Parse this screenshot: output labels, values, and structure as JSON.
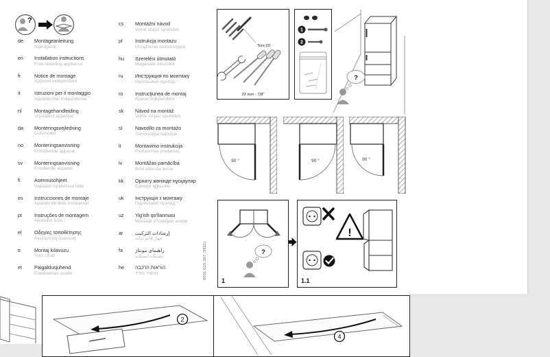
{
  "glyphs": {
    "question": "?",
    "exclamation": "!"
  },
  "languages": {
    "col1": [
      {
        "code": "de",
        "title": "Montageanleitung",
        "subtitle": "Standgerät"
      },
      {
        "code": "en",
        "title": "Installation instructions",
        "subtitle": "Free-standing appliance"
      },
      {
        "code": "fr",
        "title": "Notice de montage",
        "subtitle": "Appareil indépendant"
      },
      {
        "code": "it",
        "title": "Istruzioni per il montaggio",
        "subtitle": "Apparecchio indipendente"
      },
      {
        "code": "nl",
        "title": "Montagehandleiding",
        "subtitle": "Vrijstaand apparaat"
      },
      {
        "code": "da",
        "title": "Monteringsvejledning",
        "subtitle": "Gulvmodel"
      },
      {
        "code": "no",
        "title": "Monteringsanvisning",
        "subtitle": "Frittstående apparat"
      },
      {
        "code": "sv",
        "title": "Monteringsanvisning",
        "subtitle": "Fristående apparat"
      },
      {
        "code": "fi",
        "title": "Asennusohjeet",
        "subtitle": "Vapaasti sijoitettava laite"
      },
      {
        "code": "es",
        "title": "Instrucciones de montaje",
        "subtitle": "Aparato de libre instalación"
      },
      {
        "code": "pt",
        "title": "Instruções de montagem",
        "subtitle": "Aparelho Solo"
      },
      {
        "code": "el",
        "title": "Οδηγίες τοποθέτησης",
        "subtitle": "Ανεξάρτητη συσκευή"
      },
      {
        "code": "tr",
        "title": "Montaj kılavuzu",
        "subtitle": "Solo cihaz"
      },
      {
        "code": "et",
        "title": "Paigaldusjuhend",
        "subtitle": "Eraldiseisev seade"
      }
    ],
    "col2": [
      {
        "code": "cs",
        "title": "Montážní návod",
        "subtitle": "Volně stojící spotřebič"
      },
      {
        "code": "pl",
        "title": "Instrukcja montażu",
        "subtitle": "Urządzenie wolnostojące"
      },
      {
        "code": "hu",
        "title": "Szerelési útmutató",
        "subtitle": "Magánálló készülék"
      },
      {
        "code": "ru",
        "title": "Инструкция по монтажу",
        "subtitle": "Напольный прибор"
      },
      {
        "code": "ro",
        "title": "Instrucţiunea de montaj",
        "subtitle": "Aparat independent"
      },
      {
        "code": "sk",
        "title": "Návod na montáž",
        "subtitle": "Voľne stojaci spotrebič"
      },
      {
        "code": "sl",
        "title": "Navodilo za montažo",
        "subtitle": "Samostojna naprava"
      },
      {
        "code": "lt",
        "title": "Montavimo instrukcija",
        "subtitle": "Pastatomas prietaisas"
      },
      {
        "code": "lv",
        "title": "Montāžas pamācība",
        "subtitle": "Brīvi stāvoša ierīce"
      },
      {
        "code": "kk",
        "title": "Орнату жөнінде нұсқаулар",
        "subtitle": "Едендік құрылғы"
      },
      {
        "code": "uk",
        "title": "Інструкція з монтажу",
        "subtitle": "Підлоговий прилад"
      },
      {
        "code": "uz",
        "title": "Yig'ish qo'llanmasi",
        "subtitle": "Mustaqil o'rnatilgan asbob"
      },
      {
        "code": "ar",
        "title": "إرشادات التركيب",
        "subtitle": "جهاز قائم بذاته"
      },
      {
        "code": "fa",
        "title": "راهنمای مونتاژ",
        "subtitle": "دستگاه ایستاده"
      },
      {
        "code": "he",
        "title": "הוראות הרכבה",
        "subtitle": "מכשיר נפרד"
      }
    ]
  },
  "tools_box": {
    "torx_label": "Torx 20",
    "size_label": "22 mm - 7/8\""
  },
  "parts_box": {
    "item1": "1",
    "item2": "2"
  },
  "angle_diagrams": [
    {
      "angle": "90 °"
    },
    {
      "angle": "90 °"
    },
    {
      "angle": "90 °"
    }
  ],
  "step_boxes": {
    "box1_label": "1",
    "box11_label": "1.1"
  },
  "bottom_steps": {
    "step2": "2",
    "step4": "4"
  },
  "doc_number": "9001 015 387 (9811)"
}
